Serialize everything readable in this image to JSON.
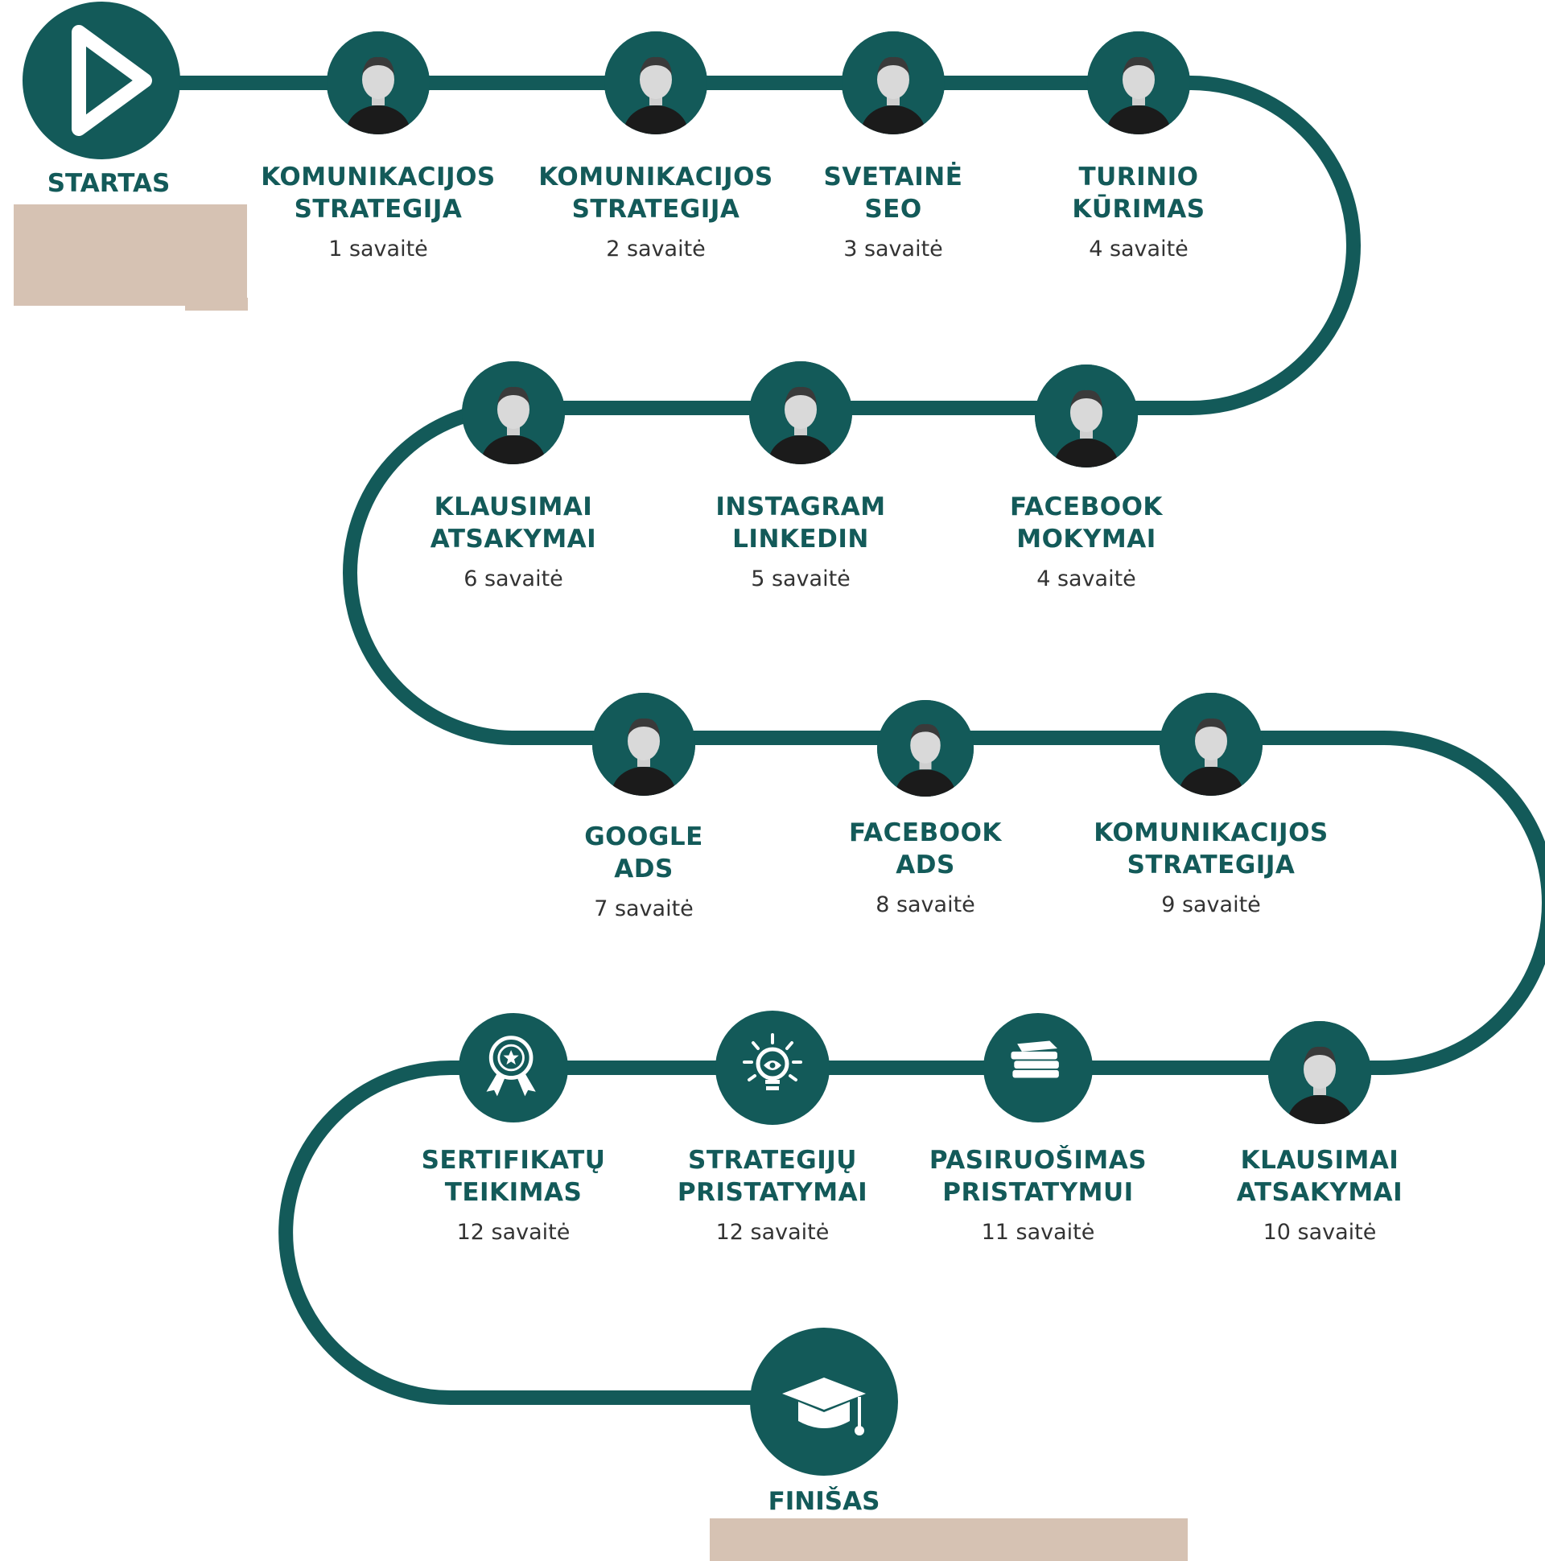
{
  "colors": {
    "path": "#135a59",
    "accent_block": "#d6c2b3",
    "week_text": "#333333"
  },
  "start": {
    "label": "STARTAS",
    "icon": "play-icon"
  },
  "finish": {
    "label": "FINIŠAS",
    "icon": "graduation-cap-icon"
  },
  "steps": [
    {
      "title": [
        "KOMUNIKACIJOS",
        "STRATEGIJA"
      ],
      "week": "1 savaitė",
      "icon": "person-photo"
    },
    {
      "title": [
        "KOMUNIKACIJOS",
        "STRATEGIJA"
      ],
      "week": "2 savaitė",
      "icon": "person-photo"
    },
    {
      "title": [
        "SVETAINĖ",
        "SEO"
      ],
      "week": "3 savaitė",
      "icon": "person-photo"
    },
    {
      "title": [
        "TURINIO",
        "KŪRIMAS"
      ],
      "week": "4 savaitė",
      "icon": "person-photo"
    },
    {
      "title": [
        "FACEBOOK",
        "MOKYMAI"
      ],
      "week": "4 savaitė",
      "icon": "person-photo"
    },
    {
      "title": [
        "INSTAGRAM",
        "LINKEDIN"
      ],
      "week": "5 savaitė",
      "icon": "person-photo"
    },
    {
      "title": [
        "KLAUSIMAI",
        "ATSAKYMAI"
      ],
      "week": "6 savaitė",
      "icon": "person-photo"
    },
    {
      "title": [
        "GOOGLE",
        "ADS"
      ],
      "week": "7 savaitė",
      "icon": "person-photo"
    },
    {
      "title": [
        "FACEBOOK",
        "ADS"
      ],
      "week": "8 savaitė",
      "icon": "person-photo"
    },
    {
      "title": [
        "KOMUNIKACIJOS",
        "STRATEGIJA"
      ],
      "week": "9 savaitė",
      "icon": "person-photo"
    },
    {
      "title": [
        "KLAUSIMAI",
        "ATSAKYMAI"
      ],
      "week": "10 savaitė",
      "icon": "person-photo"
    },
    {
      "title": [
        "PASIRUOŠIMAS",
        "PRISTATYMUI"
      ],
      "week": "11 savaitė",
      "icon": "book-stack-icon"
    },
    {
      "title": [
        "STRATEGIJŲ",
        "PRISTATYMAI"
      ],
      "week": "12 savaitė",
      "icon": "lightbulb-icon"
    },
    {
      "title": [
        "SERTIFIKATŲ",
        "TEIKIMAS"
      ],
      "week": "12 savaitė",
      "icon": "award-badge-icon"
    }
  ]
}
